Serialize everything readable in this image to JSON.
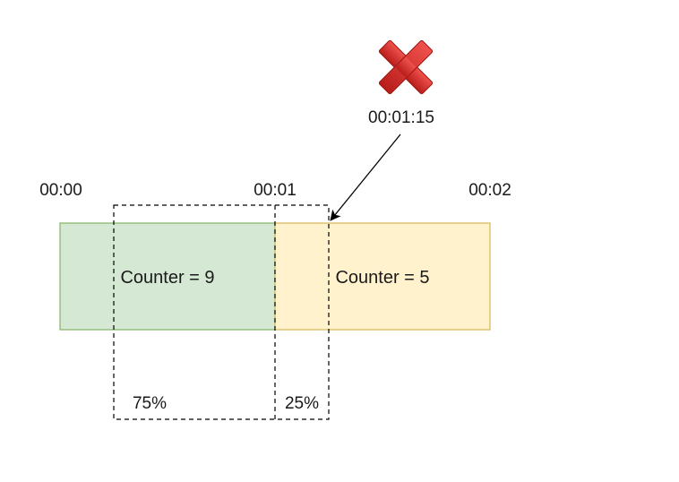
{
  "marker": {
    "icon": "cross-mark-icon",
    "color": "#d9302c",
    "time_label": "00:01:15"
  },
  "timeline": {
    "ticks": [
      "00:00",
      "00:01",
      "00:02"
    ]
  },
  "windows": [
    {
      "label": "Counter = 9",
      "fill": "#d5e8d4",
      "stroke": "#82b366"
    },
    {
      "label": "Counter = 5",
      "fill": "#fff2cc",
      "stroke": "#d6b656"
    }
  ],
  "sliding_window": {
    "left_share": "75%",
    "right_share": "25%"
  }
}
